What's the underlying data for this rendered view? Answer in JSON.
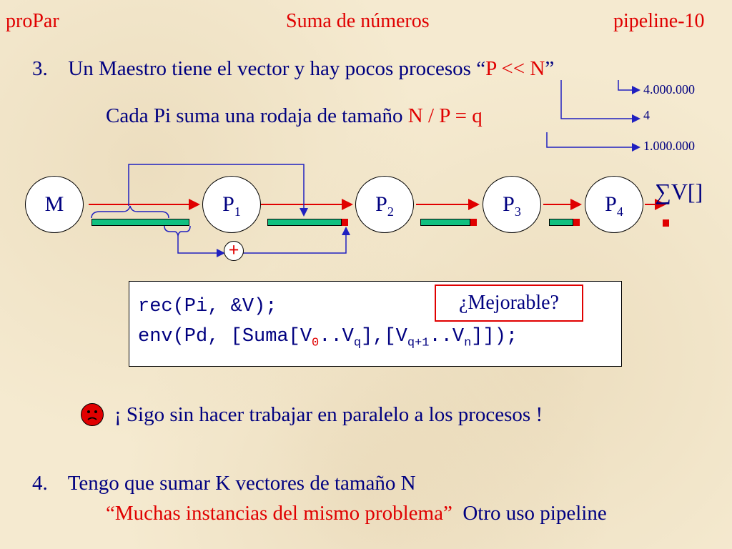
{
  "header": {
    "left": "proPar",
    "center": "Suma de números",
    "right": "pipeline-10"
  },
  "item3": {
    "number": "3.",
    "text": "Un Maestro tiene el vector y hay pocos procesos ",
    "quote_open": "“",
    "highlight": "P << N",
    "quote_close": "”",
    "line2_text": "Cada Pi suma una rodaja de tamaño ",
    "line2_highlight": "N / P = q"
  },
  "annotations": {
    "n_value": "4.000.000",
    "p_value": "4",
    "q_value": "1.000.000"
  },
  "diagram": {
    "master": "M",
    "process_prefix": "P",
    "processes": [
      "1",
      "2",
      "3",
      "4"
    ],
    "sum_label": "∑V[]",
    "plus": "+"
  },
  "code": {
    "line1": "rec(Pi, &V);",
    "line2_a": "env(Pd, [Suma[V",
    "line2_sub0": "0",
    "line2_b": "..V",
    "line2_subq": "q",
    "line2_c": "],[V",
    "line2_subq1": "q+1",
    "line2_d": "..V",
    "line2_subn": "n",
    "line2_e": "]]);",
    "mejorable": "¿Mejorable?"
  },
  "note": {
    "text": "¡ Sigo sin hacer trabajar en paralelo a los procesos !",
    "icon": "sad-face-icon"
  },
  "item4": {
    "number": "4.",
    "text": "Tengo que sumar K vectores de tamaño N",
    "quote": "“Muchas instancias del mismo problema”",
    "tail": "  Otro uso pipeline"
  },
  "colors": {
    "text": "#000080",
    "accent": "#e00000",
    "bar": "#10c080",
    "arrow_blue": "#2020c0",
    "arrow_red": "#e00000"
  }
}
